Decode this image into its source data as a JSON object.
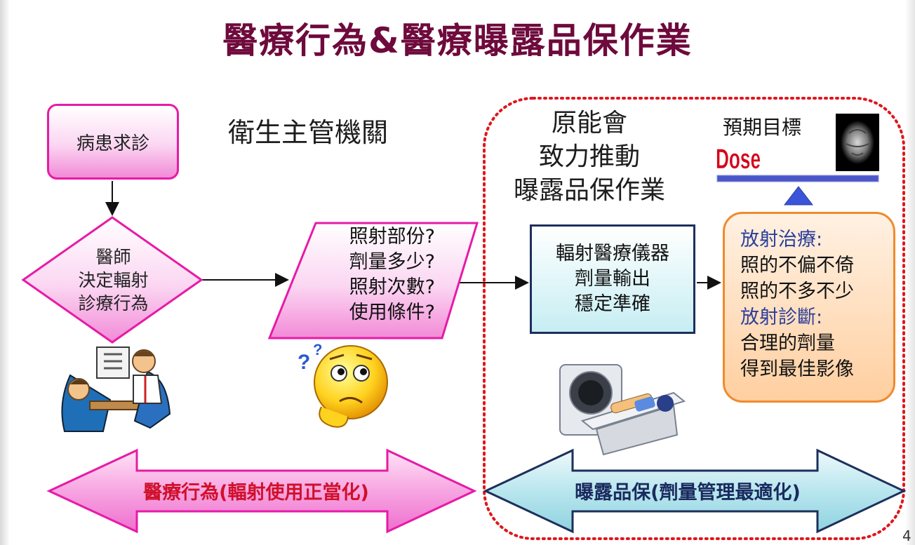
{
  "title": "醫療行為&醫療曝露品保作業",
  "flow": {
    "start": "病患求診",
    "decision": [
      "醫師",
      "決定輻射",
      "診療行為"
    ],
    "questions": [
      "照射部份?",
      "劑量多少?",
      "照射次數?",
      "使用條件?"
    ],
    "device": [
      "輻射醫療儀器",
      "劑量輸出",
      "穩定準確"
    ]
  },
  "health_authority": "衛生主管機關",
  "aec": [
    "原能會",
    "致力推動",
    "曝露品保作業"
  ],
  "goal": {
    "label": "預期目標",
    "dose_text": "Dose"
  },
  "goals_box": [
    {
      "text": "放射治療:",
      "style": "blue"
    },
    {
      "text": "照的不偏不倚",
      "style": "dark"
    },
    {
      "text": "照的不多不少",
      "style": "dark"
    },
    {
      "text": "放射診斷:",
      "style": "blue"
    },
    {
      "text": "合理的劑量",
      "style": "dark"
    },
    {
      "text": "得到最佳影像",
      "style": "dark"
    }
  ],
  "bottom_arrows": {
    "left": "醫療行為(輻射使用正當化)",
    "right": "曝露品保(劑量管理最適化)"
  },
  "page_number": "4",
  "colors": {
    "title": "#6e0a3c",
    "magenta_border": "#e61ba6",
    "orange_border": "#f08a2c",
    "navy": "#1d2f5b",
    "dotted_frame": "#e0161b",
    "blue_text": "#2a3e9a"
  },
  "icons": [
    "doctor-patient-clipart-icon",
    "confused-smiley-icon",
    "ct-scanner-clipart-icon",
    "brain-scan-thumbnail-icon",
    "balance-triangle-icon"
  ]
}
